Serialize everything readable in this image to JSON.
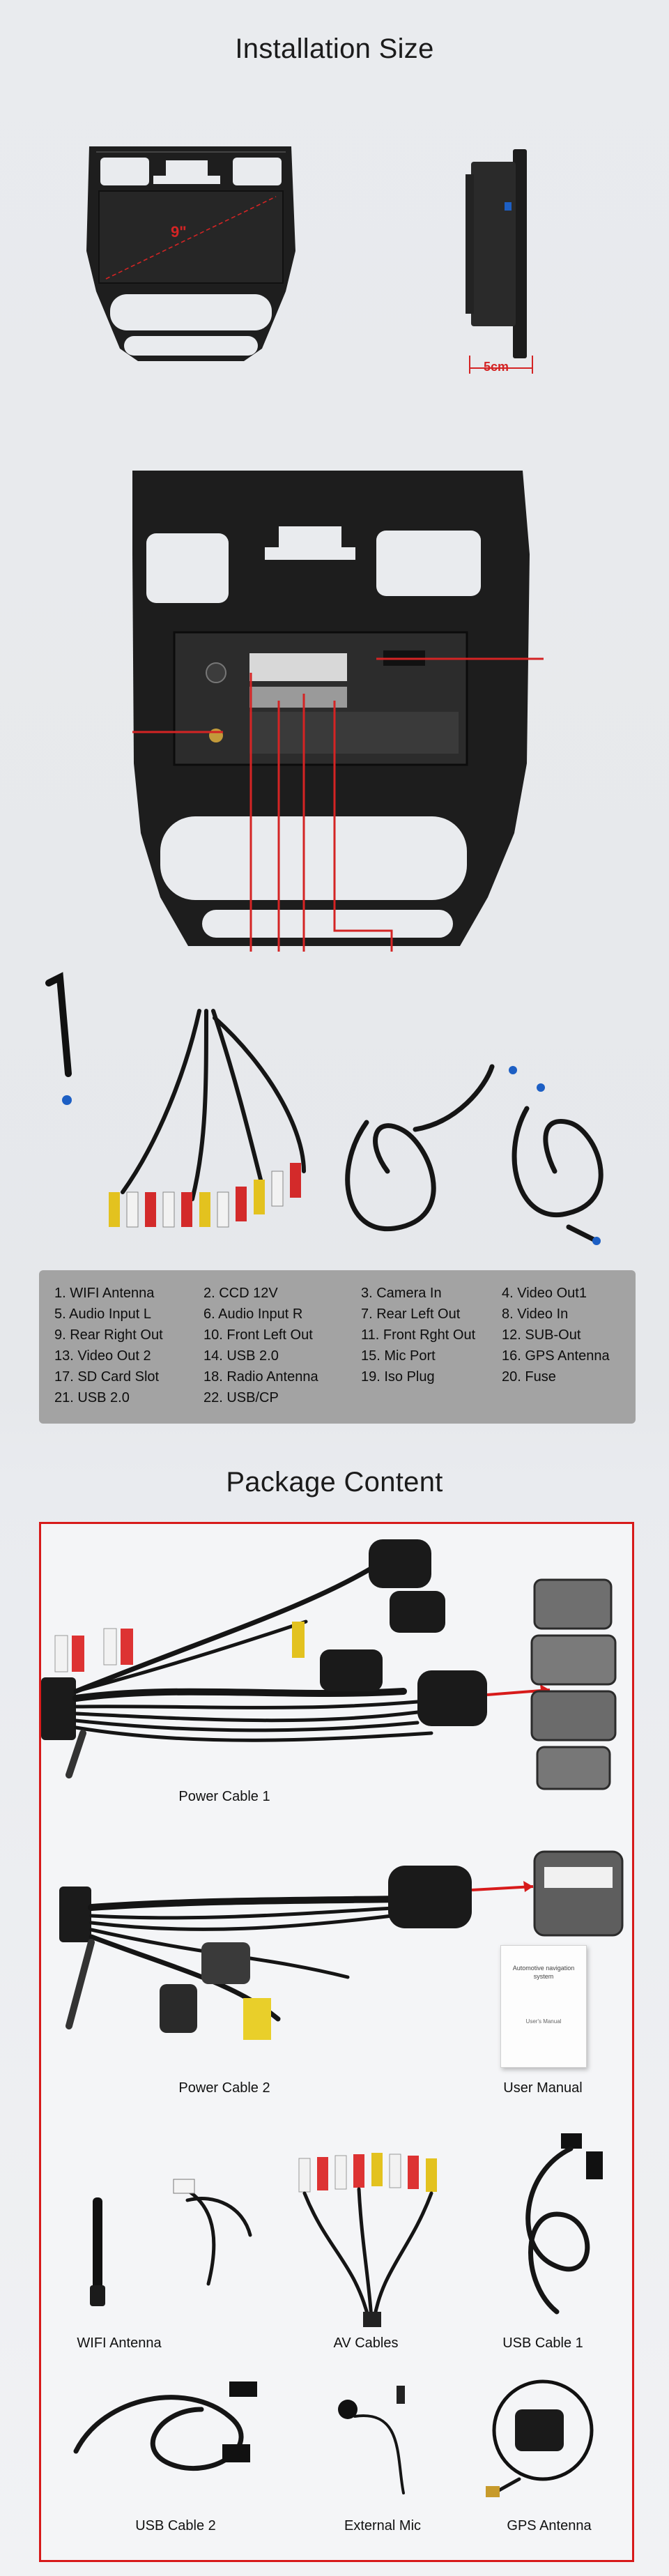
{
  "installation": {
    "title": "Installation Size",
    "screen_label": "9\"",
    "depth_label": "5cm"
  },
  "legend": {
    "items": [
      {
        "text": "1. WIFI Antenna"
      },
      {
        "text": "2. CCD 12V"
      },
      {
        "text": "3. Camera In"
      },
      {
        "text": "4. Video Out1"
      },
      {
        "text": "5. Audio Input L"
      },
      {
        "text": "6. Audio Input R"
      },
      {
        "text": "7. Rear Left Out"
      },
      {
        "text": "8. Video In"
      },
      {
        "text": "9. Rear Right Out"
      },
      {
        "text": "10. Front Left Out"
      },
      {
        "text": "11. Front Rght Out"
      },
      {
        "text": "12. SUB-Out"
      },
      {
        "text": "13. Video Out 2"
      },
      {
        "text": "14. USB 2.0"
      },
      {
        "text": "15. Mic  Port"
      },
      {
        "text": "16. GPS Antenna"
      },
      {
        "text": "17. SD Card Slot"
      },
      {
        "text": "18. Radio Antenna"
      },
      {
        "text": "19. Iso Plug"
      },
      {
        "text": "20. Fuse"
      },
      {
        "text": "21. USB 2.0"
      },
      {
        "text": "22. USB/CP"
      }
    ]
  },
  "package": {
    "title": "Package Content",
    "items": [
      {
        "label": "Power Cable 1"
      },
      {
        "label": "Power Cable 2"
      },
      {
        "label": "User Manual"
      },
      {
        "label": "WIFI Antenna"
      },
      {
        "label": "AV Cables"
      },
      {
        "label": "USB Cable 1"
      },
      {
        "label": "USB Cable 2"
      },
      {
        "label": "External Mic"
      },
      {
        "label": "GPS Antenna"
      }
    ],
    "manual_cover_title": "Automotive navigation system",
    "manual_cover_sub": "User's Manual"
  },
  "colors": {
    "accent_red": "#d71a1a",
    "legend_bg": "#a3a3a3",
    "frame_black": "#1c1c1c"
  }
}
